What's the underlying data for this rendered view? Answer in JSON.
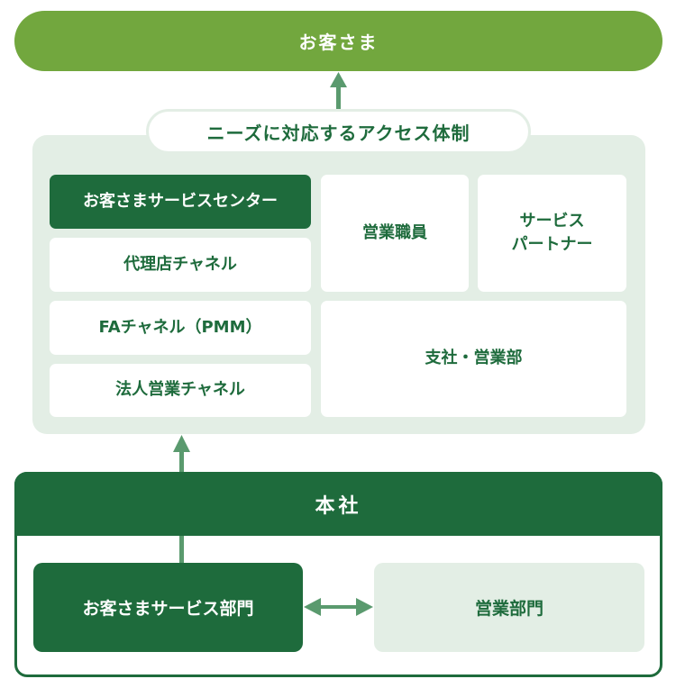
{
  "customer": {
    "label": "お客さま"
  },
  "access": {
    "title": "ニーズに対応するアクセス体制",
    "channels": [
      "お客さまサービスセンター",
      "代理店チャネル",
      "FAチャネル（PMM）",
      "法人営業チャネル"
    ],
    "sales_staff": "営業職員",
    "service_partner": "サービス\nパートナー",
    "branch": "支社・営業部"
  },
  "hq": {
    "title": "本社",
    "dept_service": "お客さまサービス部門",
    "dept_sales": "営業部門"
  },
  "colors": {
    "dark_green": "#1e6b3c",
    "light_green": "#72a73e",
    "pale_green": "#e3eee5",
    "arrow_green": "#5a9a6e"
  }
}
